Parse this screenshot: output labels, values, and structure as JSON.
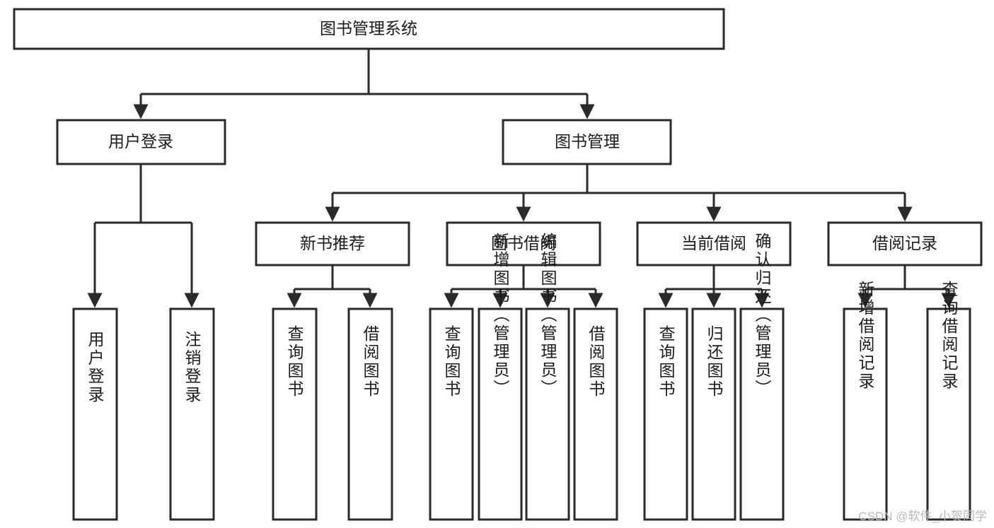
{
  "diagram": {
    "type": "tree-hierarchy-chart",
    "title": "图书管理系统",
    "watermark": "CSDN @软件_小贺同学",
    "colors": {
      "stroke": "#2a2a2a",
      "fill": "#ffffff",
      "text": "#1b1b1b",
      "watermark": "#b9b9b9"
    },
    "levels": {
      "level1": [
        {
          "id": "root",
          "label": "图书管理系统",
          "orientation": "horizontal"
        }
      ],
      "level2": [
        {
          "id": "user-login",
          "label": "用户登录",
          "orientation": "horizontal",
          "parent": "root"
        },
        {
          "id": "book-manage",
          "label": "图书管理",
          "orientation": "horizontal",
          "parent": "root"
        }
      ],
      "level3": [
        {
          "id": "new-book-recommend",
          "label": "新书推荐",
          "orientation": "horizontal",
          "parent": "book-manage"
        },
        {
          "id": "book-borrow",
          "label": "图书借阅",
          "orientation": "horizontal",
          "parent": "book-manage"
        },
        {
          "id": "current-borrow",
          "label": "当前借阅",
          "orientation": "horizontal",
          "parent": "book-manage"
        },
        {
          "id": "borrow-record",
          "label": "借阅记录",
          "orientation": "horizontal",
          "parent": "book-manage"
        }
      ],
      "level4": [
        {
          "id": "leaf-user-login",
          "label": "用户登录",
          "orientation": "vertical",
          "parent": "user-login"
        },
        {
          "id": "leaf-user-logout",
          "label": "注销登录",
          "orientation": "vertical",
          "parent": "user-login"
        },
        {
          "id": "leaf-rec-query-book",
          "label": "查询图书",
          "orientation": "vertical",
          "parent": "new-book-recommend"
        },
        {
          "id": "leaf-rec-borrow-book",
          "label": "借阅图书",
          "orientation": "vertical",
          "parent": "new-book-recommend"
        },
        {
          "id": "leaf-borrow-query-book",
          "label": "查询图书",
          "orientation": "vertical",
          "parent": "book-borrow"
        },
        {
          "id": "leaf-borrow-add-book",
          "label": "新增图书（管理员）",
          "orientation": "vertical",
          "parent": "book-borrow"
        },
        {
          "id": "leaf-borrow-edit-book",
          "label": "编辑图书（管理员）",
          "orientation": "vertical",
          "parent": "book-borrow"
        },
        {
          "id": "leaf-borrow-borrow-book",
          "label": "借阅图书",
          "orientation": "vertical",
          "parent": "book-borrow"
        },
        {
          "id": "leaf-cur-query-book",
          "label": "查询图书",
          "orientation": "vertical",
          "parent": "current-borrow"
        },
        {
          "id": "leaf-cur-return-book",
          "label": "归还图书",
          "orientation": "vertical",
          "parent": "current-borrow"
        },
        {
          "id": "leaf-cur-confirm-return",
          "label": "确认归还（管理员）",
          "orientation": "vertical",
          "parent": "current-borrow"
        },
        {
          "id": "leaf-rec-add-record",
          "label": "新增借阅记录",
          "orientation": "vertical",
          "parent": "borrow-record"
        },
        {
          "id": "leaf-rec-query-record",
          "label": "查询借阅记录",
          "orientation": "vertical",
          "parent": "borrow-record"
        }
      ]
    }
  }
}
